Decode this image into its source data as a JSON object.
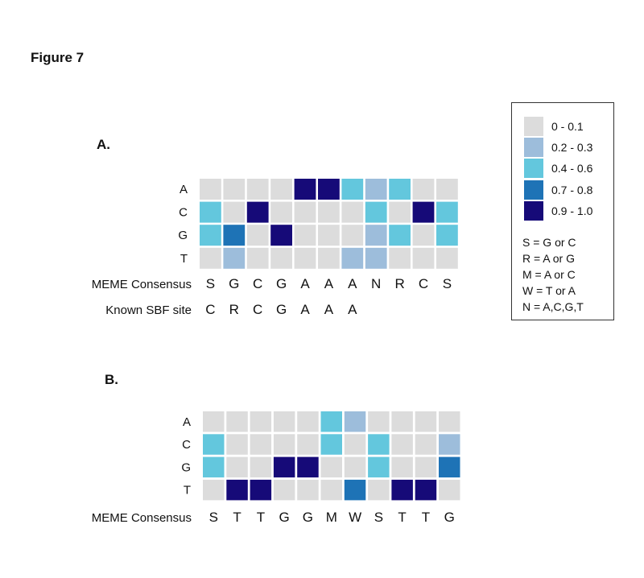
{
  "figure_title": "Figure 7",
  "legend": {
    "items": [
      {
        "label": "0 - 0.1",
        "color": "#dcdcdc"
      },
      {
        "label": "0.2 - 0.3",
        "color": "#9dbddb"
      },
      {
        "label": "0.4 - 0.6",
        "color": "#63c7dd"
      },
      {
        "label": "0.7 - 0.8",
        "color": "#1e73b6"
      },
      {
        "label": "0.9 - 1.0",
        "color": "#160a78"
      }
    ],
    "abbreviations": [
      "S =  G or C",
      "R =  A or G",
      "M = A or C",
      "W = T or A",
      "N  = A,C,G,T"
    ]
  },
  "chart_data": [
    {
      "type": "heatmap",
      "panel": "A.",
      "rows": [
        "A",
        "C",
        "G",
        "T"
      ],
      "color_classes": [
        [
          0,
          0,
          0,
          0,
          4,
          4,
          2,
          1,
          2,
          0,
          0
        ],
        [
          2,
          0,
          4,
          0,
          0,
          0,
          0,
          2,
          0,
          4,
          2
        ],
        [
          2,
          3,
          0,
          4,
          0,
          0,
          0,
          1,
          2,
          0,
          2
        ],
        [
          0,
          1,
          0,
          0,
          0,
          0,
          1,
          1,
          0,
          0,
          0
        ]
      ],
      "sequence_rows": [
        {
          "label": "MEME Consensus",
          "letters": [
            "S",
            "G",
            "C",
            "G",
            "A",
            "A",
            "A",
            "N",
            "R",
            "C",
            "S"
          ]
        },
        {
          "label": "Known SBF site",
          "letters": [
            "C",
            "R",
            "C",
            "G",
            "A",
            "A",
            "A"
          ]
        }
      ]
    },
    {
      "type": "heatmap",
      "panel": "B.",
      "rows": [
        "A",
        "C",
        "G",
        "T"
      ],
      "color_classes": [
        [
          0,
          0,
          0,
          0,
          0,
          2,
          1,
          0,
          0,
          0,
          0
        ],
        [
          2,
          0,
          0,
          0,
          0,
          2,
          0,
          2,
          0,
          0,
          1
        ],
        [
          2,
          0,
          0,
          4,
          4,
          0,
          0,
          2,
          0,
          0,
          3
        ],
        [
          0,
          4,
          4,
          0,
          0,
          0,
          3,
          0,
          4,
          4,
          0
        ]
      ],
      "sequence_rows": [
        {
          "label": "MEME Consensus",
          "letters": [
            "S",
            "T",
            "T",
            "G",
            "G",
            "M",
            "W",
            "S",
            "T",
            "T",
            "G"
          ]
        }
      ]
    }
  ]
}
